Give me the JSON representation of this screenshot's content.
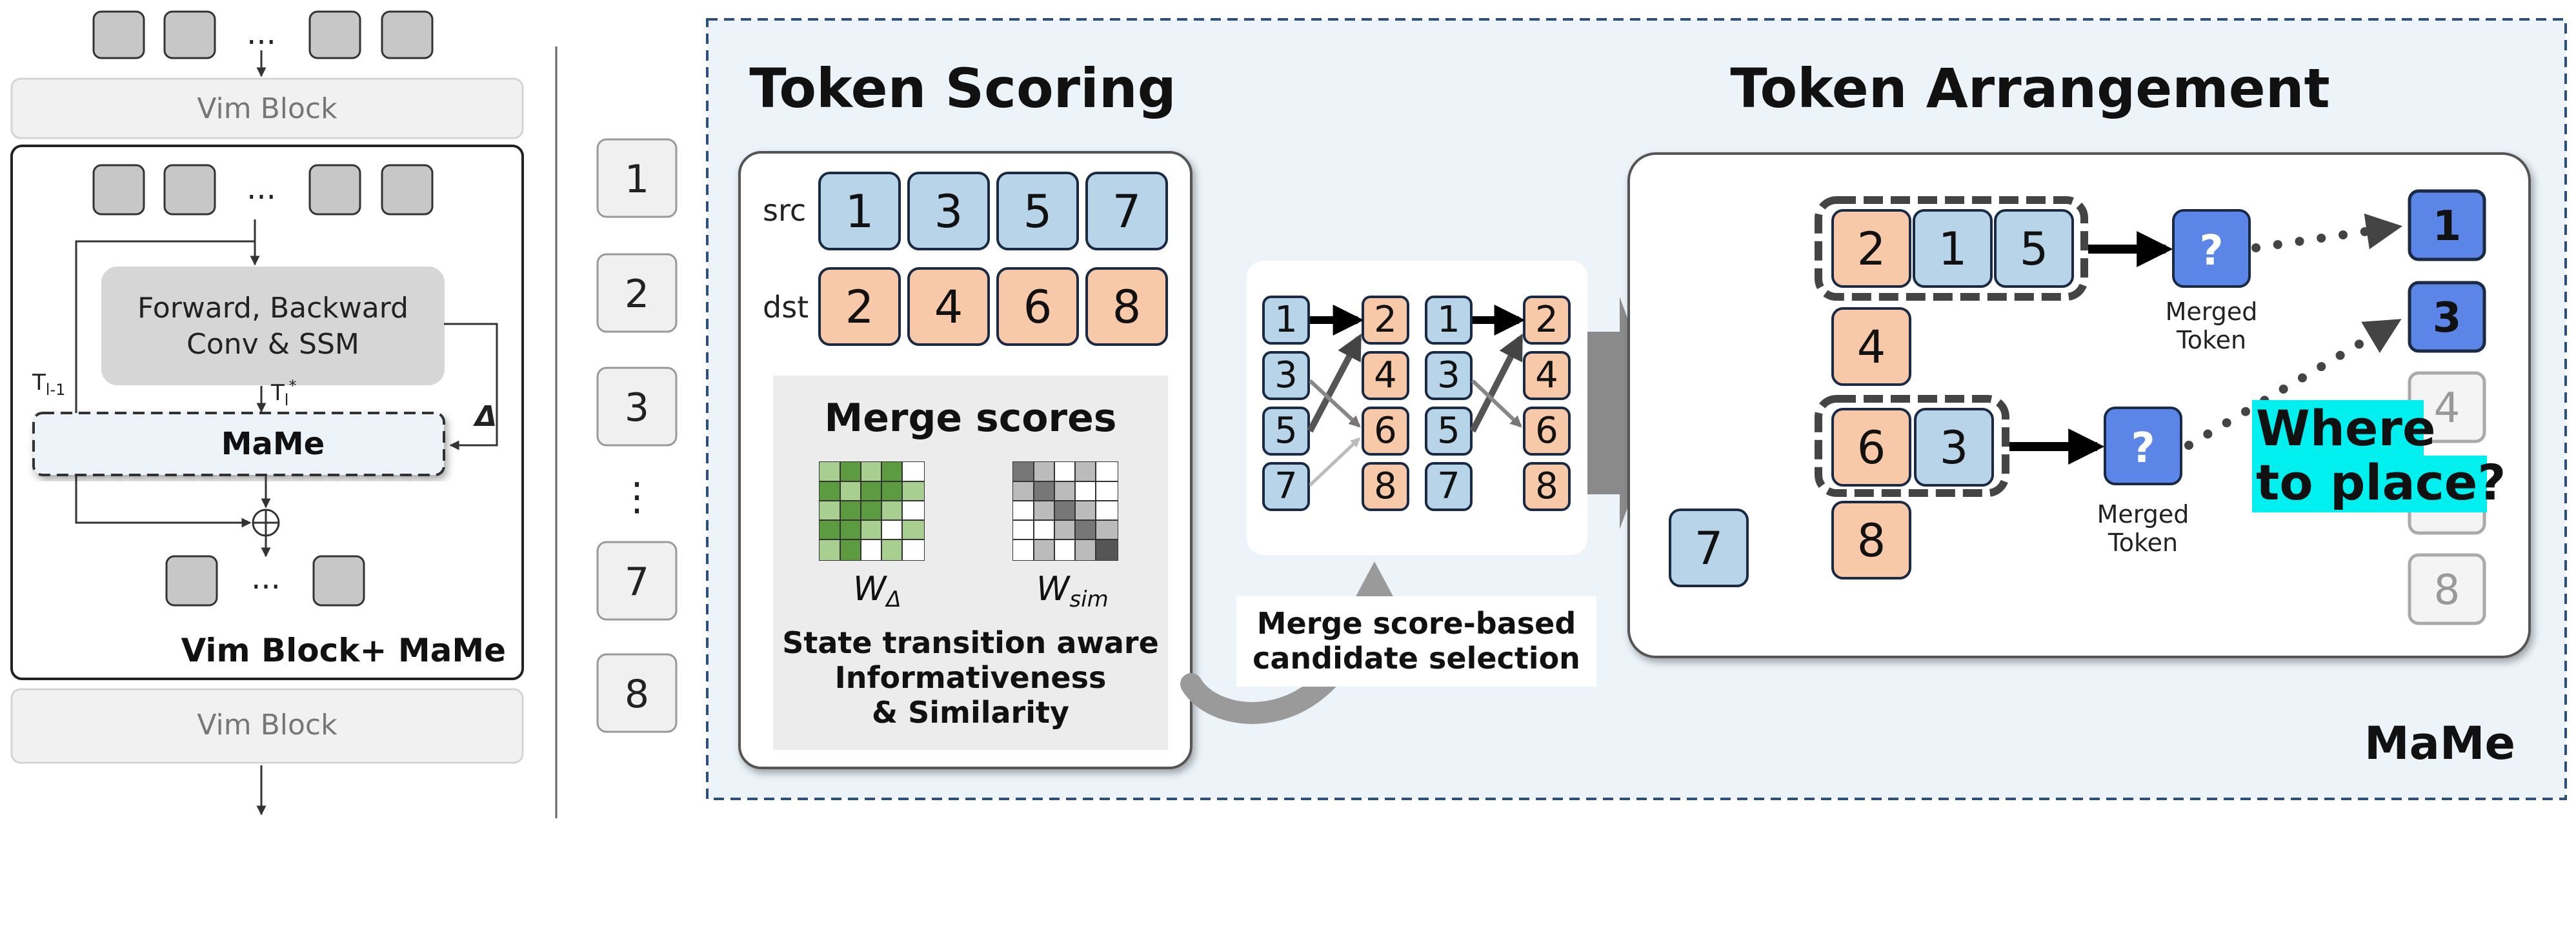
{
  "colors": {
    "blue_token": "#b8d4e8",
    "orange_token": "#f7c9a8",
    "merged_blue": "#5b86e8",
    "gray_token": "#cccccc",
    "panel_bg": "#ecf4fa",
    "highlight": "#00f0f0"
  },
  "left": {
    "ellipsis": "...",
    "vim_block_top": "Vim Block",
    "inner_label": "Forward, Backward",
    "inner_label2": "Conv & SSM",
    "t_prev": "T",
    "t_prev_sub": "l-1",
    "t_star": "T",
    "t_star_sub": "l",
    "t_star_sup": "*",
    "delta": "Δ",
    "mame": "MaMe",
    "block_caption": "Vim Block+  MaMe",
    "vim_block_bottom": "Vim Block"
  },
  "token_column": [
    "1",
    "2",
    "3",
    "⋮",
    "7",
    "8"
  ],
  "scoring": {
    "title": "Token Scoring",
    "src_label": "src",
    "dst_label": "dst",
    "src_tokens": [
      "1",
      "3",
      "5",
      "7"
    ],
    "dst_tokens": [
      "2",
      "4",
      "6",
      "8"
    ],
    "merge_scores_title": "Merge scores",
    "w_delta": "W",
    "w_delta_sub": "Δ",
    "w_sim": "W",
    "w_sim_sub": "sim",
    "caption_line1": "State transition aware",
    "caption_line2": "Informativeness",
    "caption_line3": "& Similarity"
  },
  "candidate": {
    "left_src": [
      "1",
      "3",
      "5",
      "7"
    ],
    "left_dst": [
      "2",
      "4",
      "6",
      "8"
    ],
    "right_src": [
      "1",
      "3",
      "5",
      "7"
    ],
    "right_dst": [
      "2",
      "4",
      "6",
      "8"
    ],
    "caption_line1": "Merge score-based",
    "caption_line2": "candidate selection"
  },
  "arrangement": {
    "title": "Token Arrangement",
    "group1": [
      "2",
      "1",
      "5"
    ],
    "token_4": "4",
    "group2": [
      "6",
      "3"
    ],
    "token_8": "8",
    "token_7": "7",
    "merged_symbol": "?",
    "merged_label_line1": "Merged",
    "merged_label_line2": "Token",
    "output_tokens": [
      "1",
      "3",
      "4",
      "8"
    ],
    "callout_line1": "Where",
    "callout_line2": "to place?"
  },
  "panel_label": "MaMe"
}
